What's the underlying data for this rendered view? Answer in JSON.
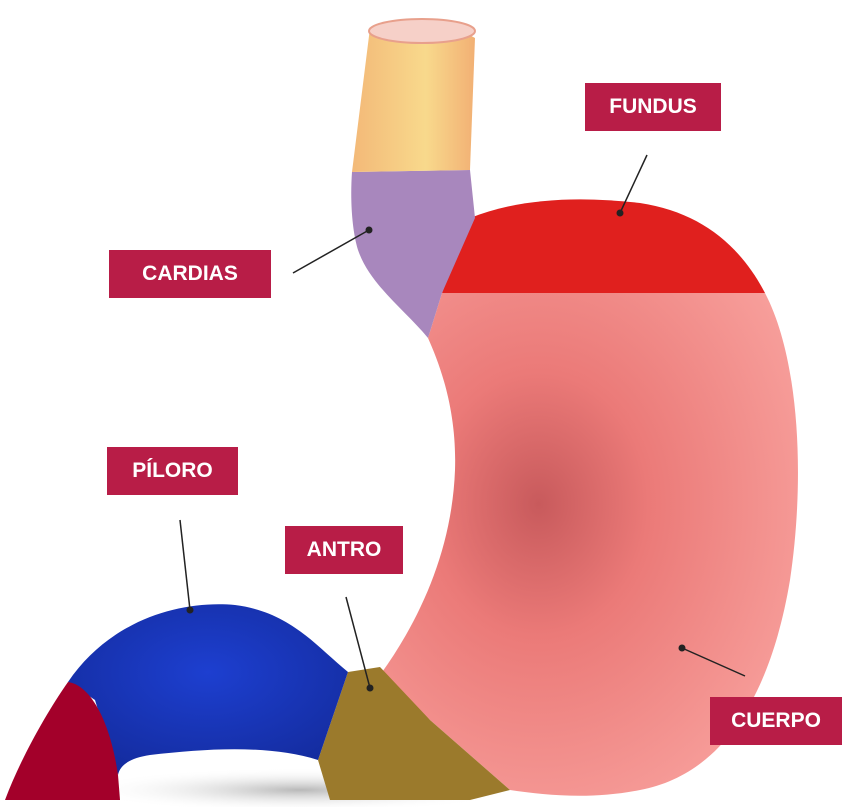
{
  "labels": {
    "fundus": "FUNDUS",
    "cardias": "CARDIAS",
    "piloro": "PÍLORO",
    "antro": "ANTRO",
    "cuerpo": "CUERPO"
  },
  "colors": {
    "label_bg": "#b81d47",
    "label_text": "#ffffff",
    "esophagus": "#f4c27c",
    "cardias": "#a887bd",
    "fundus": "#e0201e",
    "cuerpo": "#f58c88",
    "antro": "#9b7a2c",
    "piloro": "#1a35b8",
    "duodenum": "#a3002a"
  }
}
